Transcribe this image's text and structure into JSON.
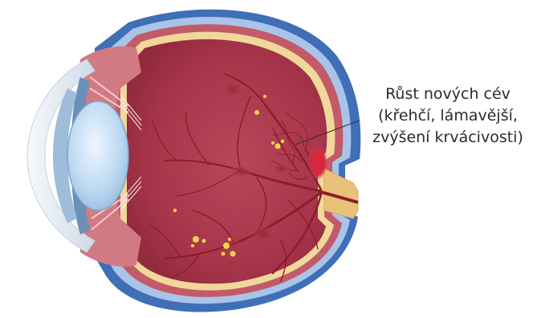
{
  "diagram": {
    "annotation": {
      "lines": [
        "Růst nových cév",
        "(křehčí, lámavější,",
        "zvýšení krvácivosti)"
      ]
    },
    "colors": {
      "background": "#ffffff",
      "sclera_outer": "#3f6fb6",
      "sclera_light": "#a9c4e8",
      "retina_layer": "#f0d89a",
      "vitreous": "#b03a4e",
      "vessel": "#8e1c2a",
      "hemorrhage": "#c8283e",
      "exudate": "#f4d34a",
      "lens": "#b9d8f2",
      "cornea": "#e8eef5",
      "optic_nerve": "#e8c27a",
      "leader_line": "#333333"
    }
  }
}
